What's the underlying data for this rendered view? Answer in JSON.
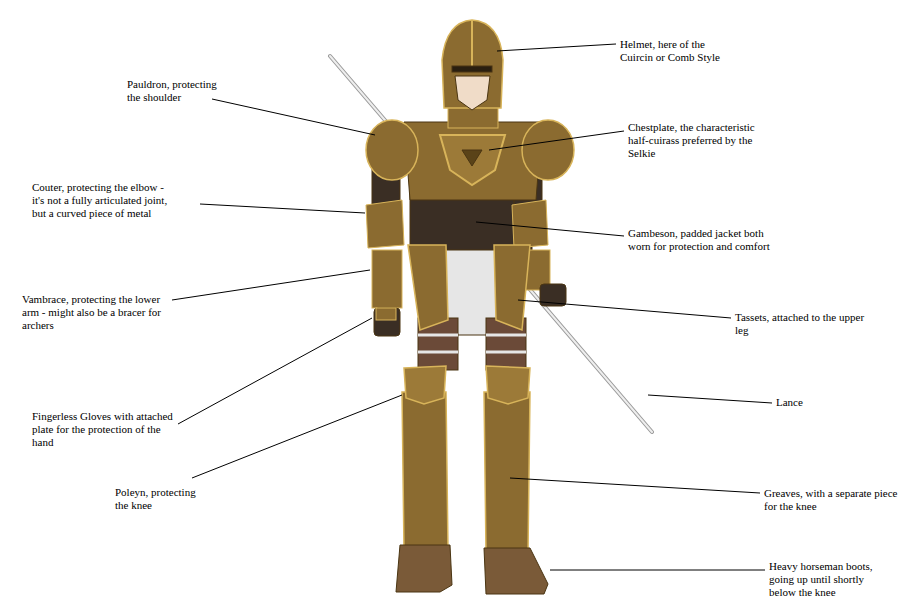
{
  "diagram": {
    "labels": [
      "Helmet, here of the Cuircin or Comb Style",
      "Pauldron, protecting the shoulder",
      "Chestplate, the characteristic half-cuirass preferred by the Selkie",
      "Couter, protecting the elbow - it's not a fully articulated joint, but a curved piece of metal",
      "Gambeson, padded jacket both worn for protection and comfort",
      "Vambrace, protecting the lower arm - might also be a bracer for archers",
      "Tassets, attached to the upper leg",
      "Lance",
      "Fingerless Gloves with attached plate for the protection of the hand",
      "Poleyn, protecting the knee",
      "Greaves, with a separate piece for the knee",
      "Heavy horseman boots, going up until shortly below the knee"
    ]
  }
}
